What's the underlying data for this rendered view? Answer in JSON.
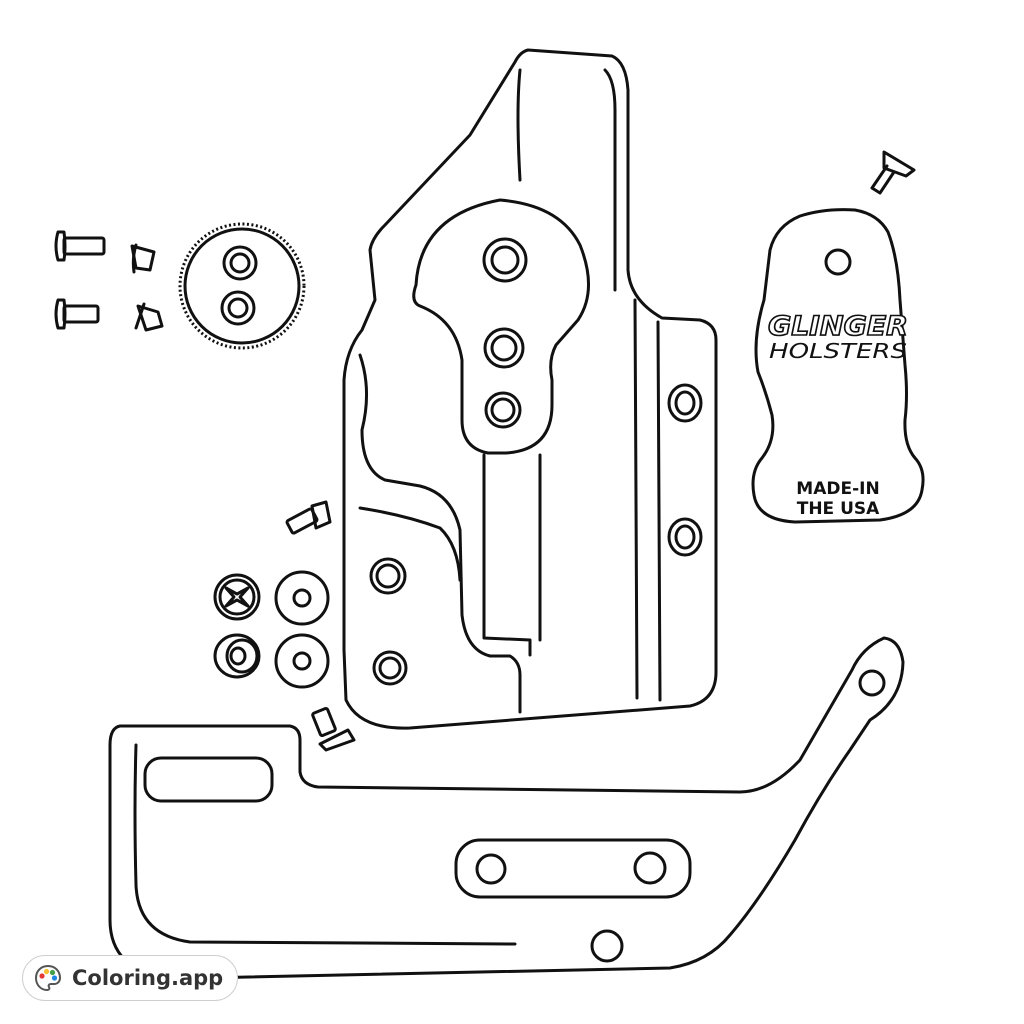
{
  "tag": {
    "brand_line1": "GLINGER",
    "brand_line2": "HOLSTERS",
    "made_line1": "MADE-IN",
    "made_line2": "THE USA"
  },
  "watermark": {
    "text": "Coloring.app",
    "icon": "palette-icon",
    "icon_colors": [
      "#e53935",
      "#fbc02d",
      "#43a047",
      "#1e88e5"
    ]
  }
}
